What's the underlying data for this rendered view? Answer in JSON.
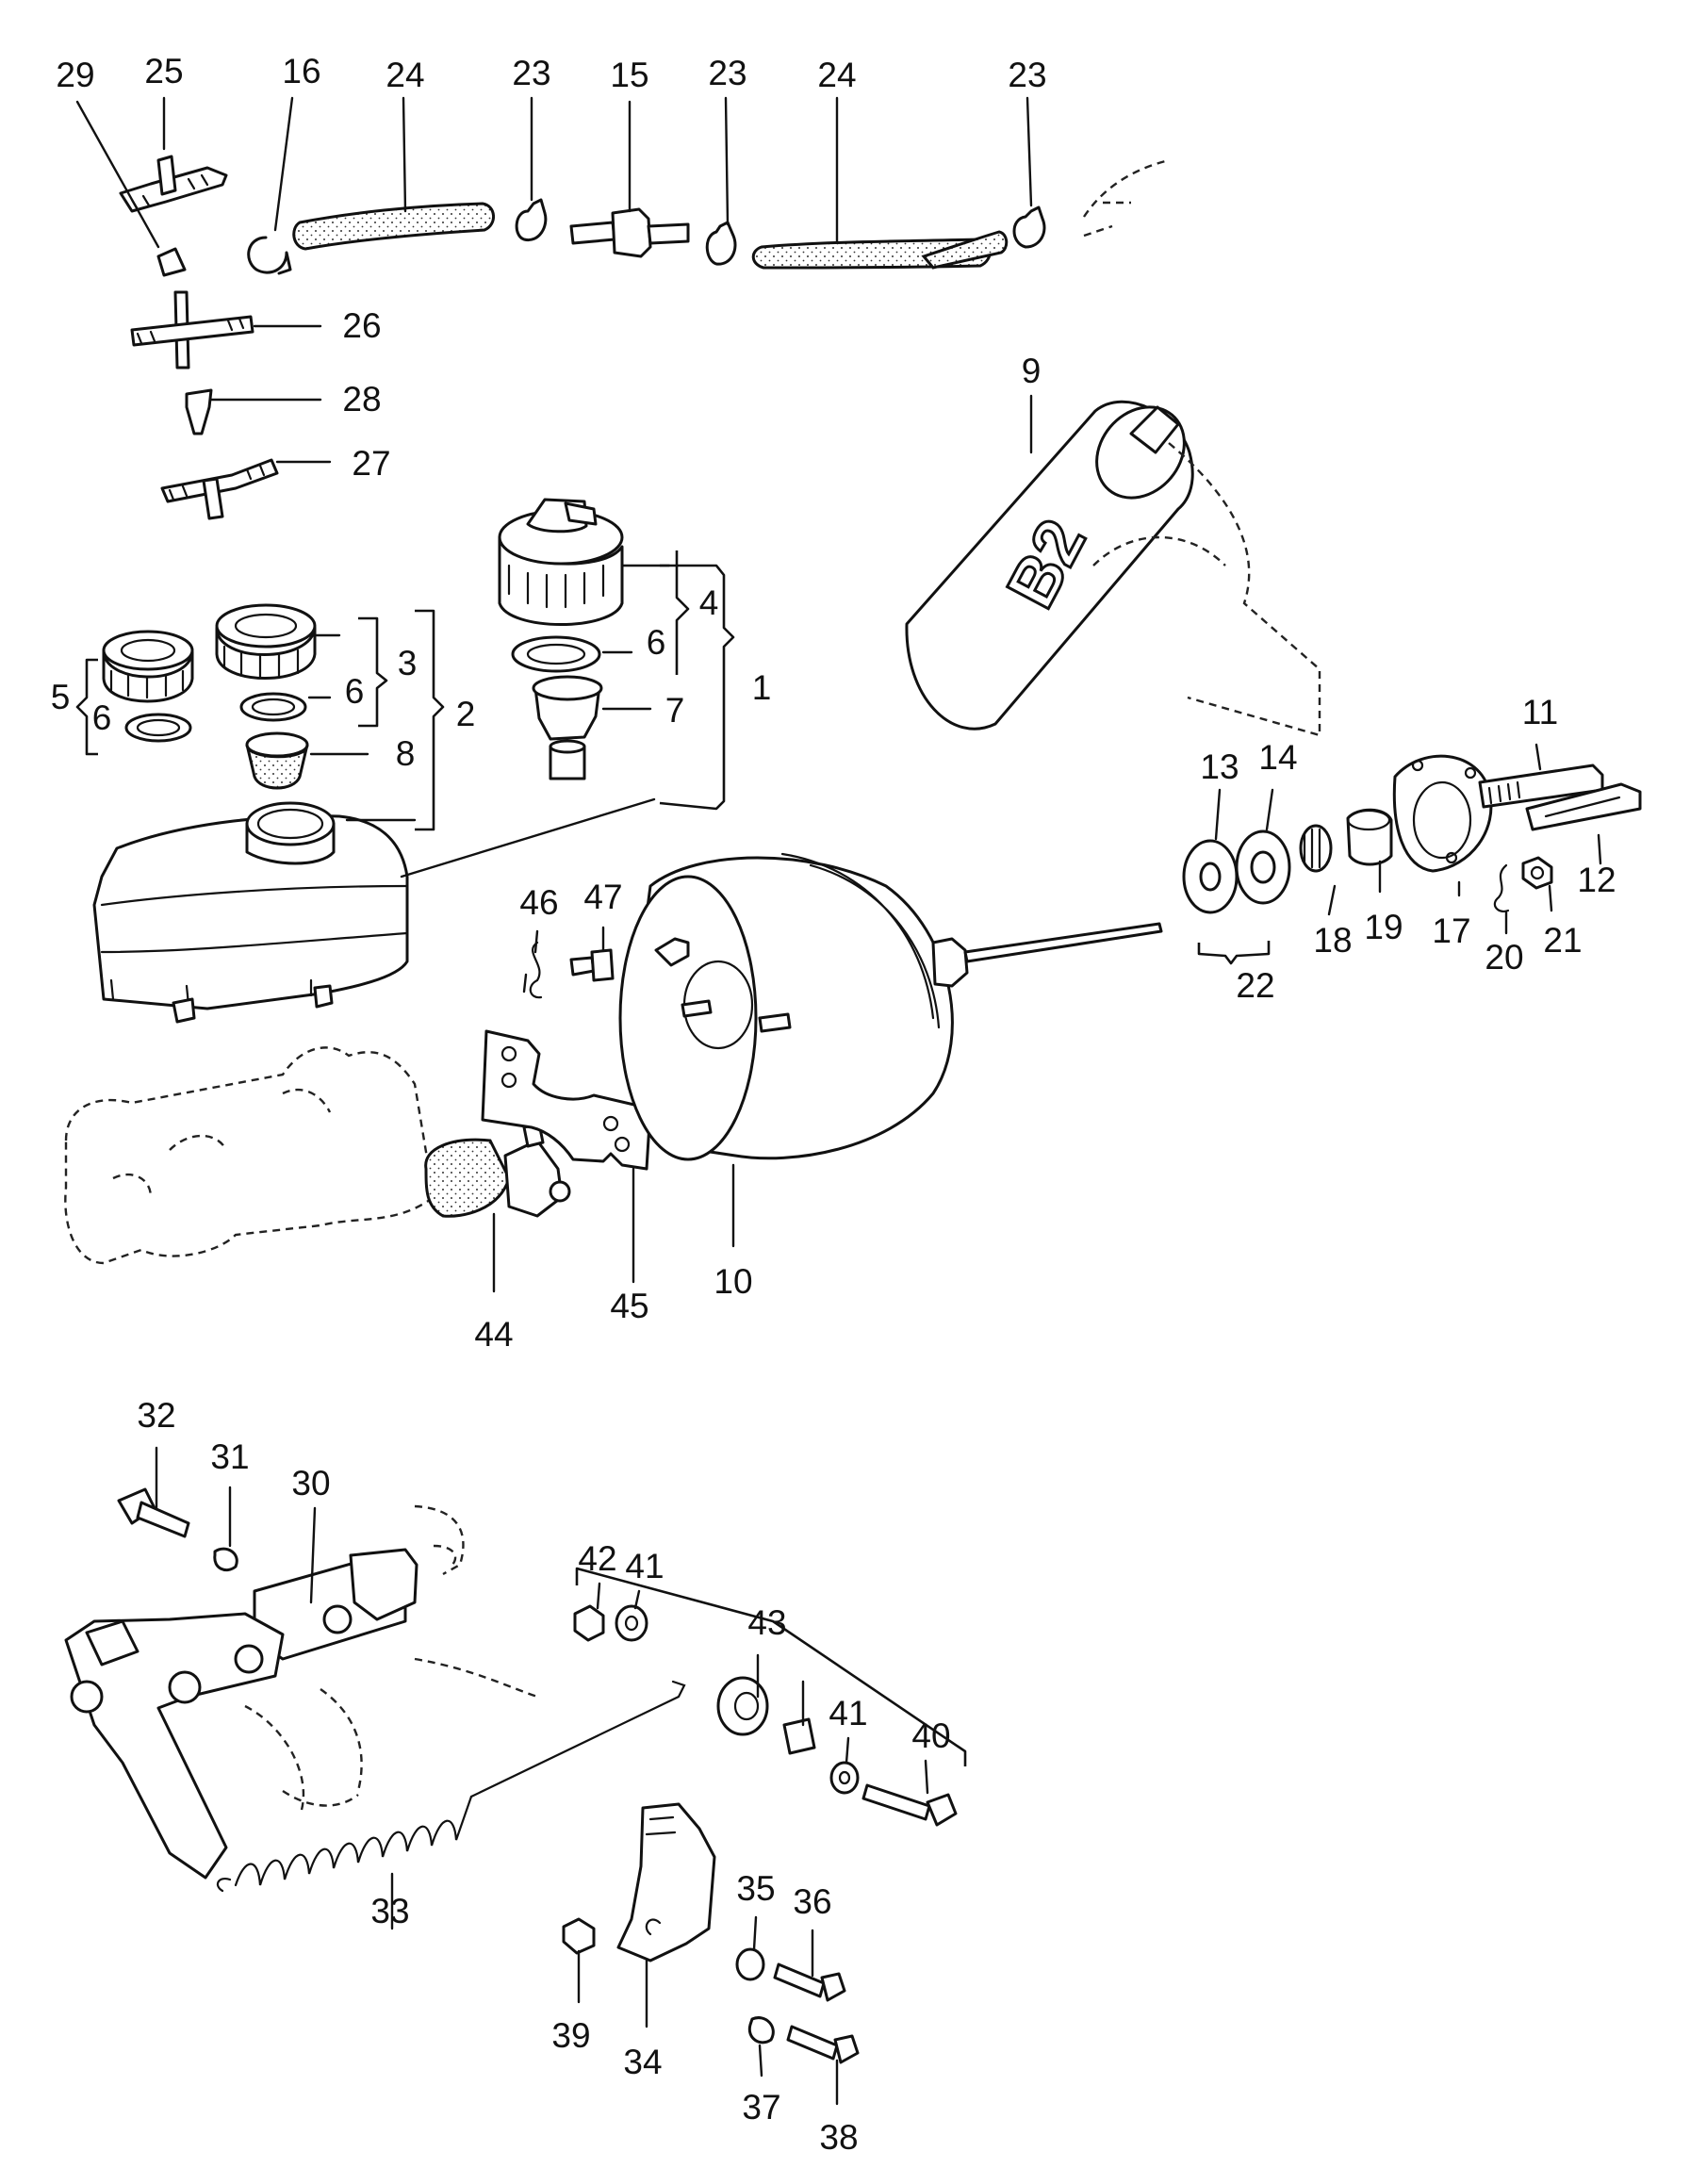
{
  "diagram": {
    "callouts": [
      {
        "id": "c29a",
        "text": "29"
      },
      {
        "id": "c25",
        "text": "25"
      },
      {
        "id": "c16",
        "text": "16"
      },
      {
        "id": "c24a",
        "text": "24"
      },
      {
        "id": "c23a",
        "text": "23"
      },
      {
        "id": "c15",
        "text": "15"
      },
      {
        "id": "c23b",
        "text": "23"
      },
      {
        "id": "c24b",
        "text": "24"
      },
      {
        "id": "c23c",
        "text": "23"
      },
      {
        "id": "c26",
        "text": "26"
      },
      {
        "id": "c28",
        "text": "28"
      },
      {
        "id": "c27",
        "text": "27"
      },
      {
        "id": "c9",
        "text": "9"
      },
      {
        "id": "c4",
        "text": "4"
      },
      {
        "id": "c6a",
        "text": "6"
      },
      {
        "id": "c7",
        "text": "7"
      },
      {
        "id": "c1",
        "text": "1"
      },
      {
        "id": "c3",
        "text": "3"
      },
      {
        "id": "c6b",
        "text": "6"
      },
      {
        "id": "c2",
        "text": "2"
      },
      {
        "id": "c8",
        "text": "8"
      },
      {
        "id": "c5",
        "text": "5"
      },
      {
        "id": "c6c",
        "text": "6"
      },
      {
        "id": "c11",
        "text": "11"
      },
      {
        "id": "c13",
        "text": "13"
      },
      {
        "id": "c14",
        "text": "14"
      },
      {
        "id": "c12",
        "text": "12"
      },
      {
        "id": "c18",
        "text": "18"
      },
      {
        "id": "c19",
        "text": "19"
      },
      {
        "id": "c17",
        "text": "17"
      },
      {
        "id": "c20",
        "text": "20"
      },
      {
        "id": "c21",
        "text": "21"
      },
      {
        "id": "c22",
        "text": "22"
      },
      {
        "id": "c46",
        "text": "46"
      },
      {
        "id": "c47",
        "text": "47"
      },
      {
        "id": "c10",
        "text": "10"
      },
      {
        "id": "c45",
        "text": "45"
      },
      {
        "id": "c44",
        "text": "44"
      },
      {
        "id": "c32",
        "text": "32"
      },
      {
        "id": "c31",
        "text": "31"
      },
      {
        "id": "c30",
        "text": "30"
      },
      {
        "id": "c43",
        "text": "43"
      },
      {
        "id": "c42",
        "text": "42"
      },
      {
        "id": "c41a",
        "text": "41"
      },
      {
        "id": "c41b",
        "text": "41"
      },
      {
        "id": "c40",
        "text": "40"
      },
      {
        "id": "c33",
        "text": "33"
      },
      {
        "id": "c35",
        "text": "35"
      },
      {
        "id": "c36",
        "text": "36"
      },
      {
        "id": "c39",
        "text": "39"
      },
      {
        "id": "c34",
        "text": "34"
      },
      {
        "id": "c37",
        "text": "37"
      },
      {
        "id": "c38",
        "text": "38"
      }
    ],
    "can_label": "B2"
  }
}
